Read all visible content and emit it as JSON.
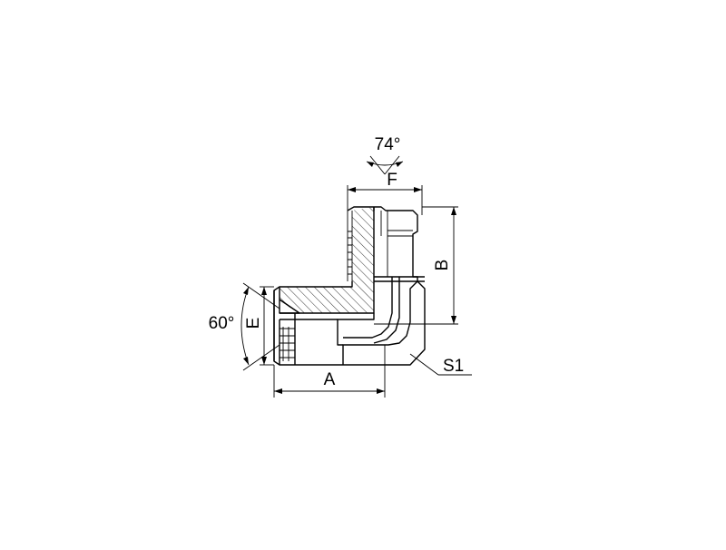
{
  "labels": {
    "angle_flare": "74°",
    "angle_cone": "60°",
    "dim_f": "F",
    "dim_b": "B",
    "dim_e": "E",
    "dim_a": "A",
    "dim_s1": "S1"
  },
  "colors": {
    "line": "#000000",
    "background": "#ffffff"
  }
}
